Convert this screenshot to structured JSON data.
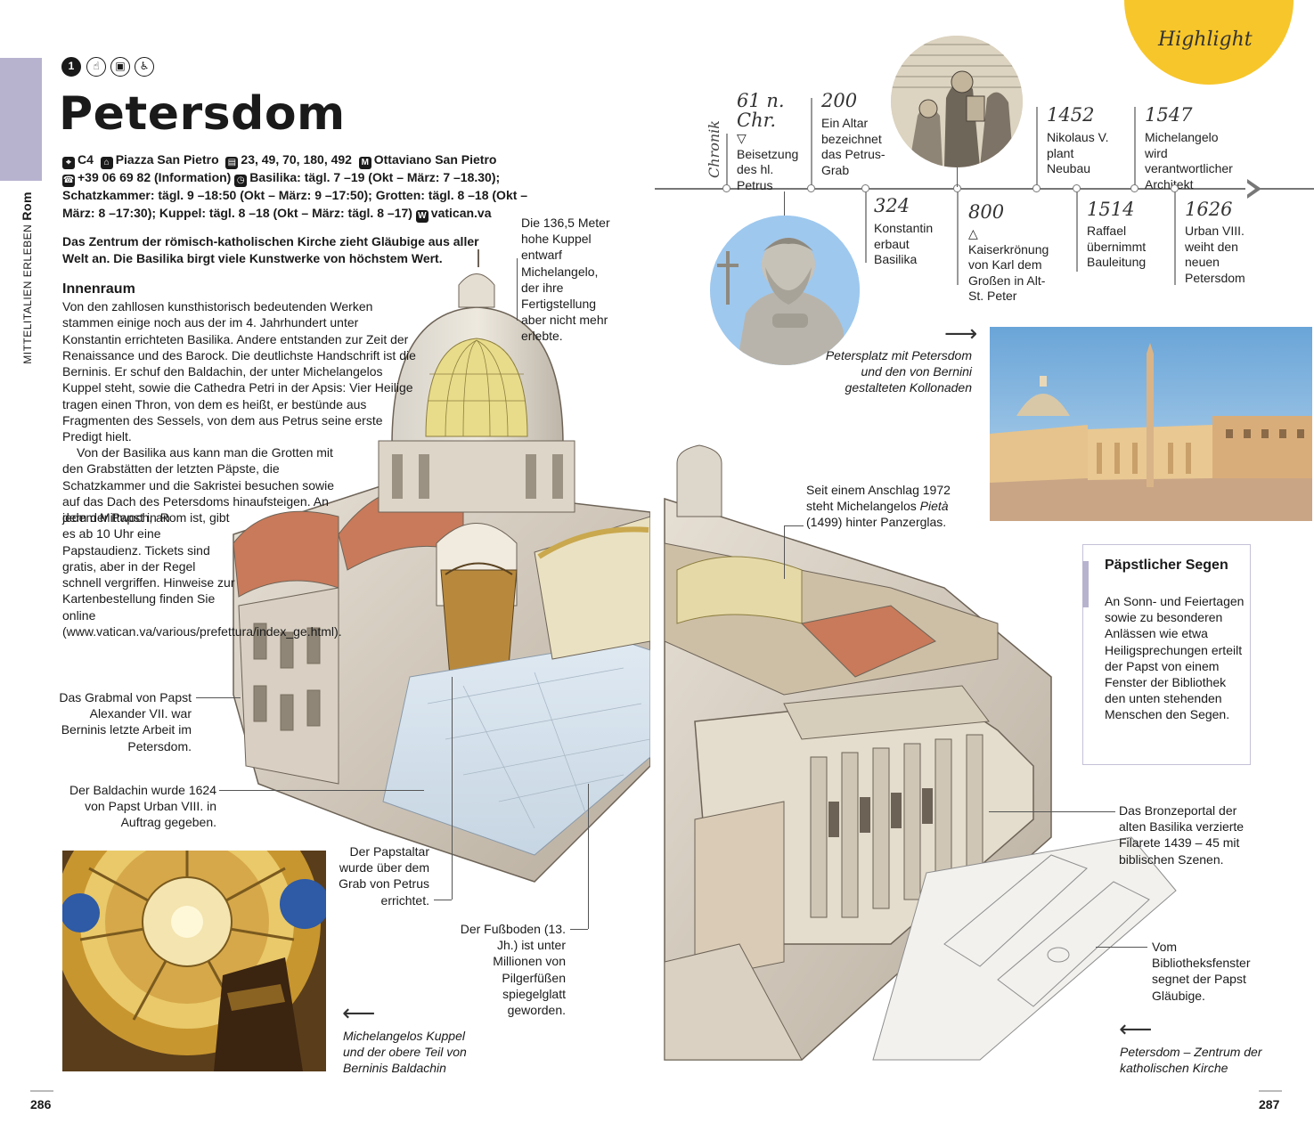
{
  "side": {
    "section": "Mittelitalien erleben",
    "city": "Rom"
  },
  "header": {
    "number": "1",
    "icons": [
      "hand-icon",
      "gift-icon",
      "bag-icon",
      "wheelchair-icon"
    ],
    "title": "Petersdom"
  },
  "info": {
    "grid": "C4",
    "address": "Piazza San Pietro",
    "bus": "23, 49, 70, 180, 492",
    "metro": "Ottaviano San Pietro",
    "phone": "+39 06 69 82 (Information)",
    "hours_line1": "Basilika: tägl. 7 –19 (Okt – März: 7 –18.30);",
    "hours_line2": "Schatzkammer: tägl. 9 –18:50 (Okt – März: 9 –17:50); Grotten: tägl. 8 –18 (Okt –",
    "hours_line3": "März: 8 –17:30); Kuppel: tägl. 8 –18 (Okt – März: tägl. 8 –17)",
    "web": "vatican.va"
  },
  "lead": "Das Zentrum der römisch-katholischen Kirche zieht Gläubige aus aller Welt an. Die Basilika birgt viele Kunstwerke von höchstem Wert.",
  "innenraum": {
    "heading": "Innenraum",
    "p1": "Von den zahllosen kunsthistorisch bedeutenden Werken stammen einige noch aus der im 4. Jahrhundert unter Konstantin errichteten Basilika. Andere entstanden zur Zeit der Renaissance und des Barock. Die deutlichste Handschrift ist die Berninis. Er schuf den Baldachin, der unter Michelangelos Kuppel steht, sowie die Cathedra Petri in der Apsis: Vier Heilige tragen einen Thron, von dem es heißt, er bestünde aus Fragmenten des Sessels, von dem aus Petrus seine erste Predigt hielt.",
    "p2": "Von der Basilika aus kann man die Grotten mit den Grabstätten der letzten Päpste, die Schatzkammer und die Sakristei besuchen sowie auf das Dach des Petersdoms hinaufsteigen. An jedem Mittwoch, an",
    "p3": "dem der Papst in Rom ist, gibt es ab 10 Uhr eine Papstaudienz. Tickets sind gratis, aber in der Regel schnell vergriffen. Hinweise zur Kartenbestellung finden Sie online (www.vatican.va/various/prefettura/index_ge.html)."
  },
  "captions": {
    "kuppel": "Die 136,5 Meter hohe Kuppel entwarf Michelangelo, der ihre Fertigstellung aber nicht mehr erlebte.",
    "grabmal": "Das Grabmal von Papst Alexander VII. war Berninis letzte Arbeit im Petersdom.",
    "baldachin": "Der Baldachin wurde 1624 von Papst Urban VIII. in Auftrag gegeben.",
    "papstaltar": "Der Papstaltar wurde über dem Grab von Petrus errichtet.",
    "fussboden": "Der Fußboden (13. Jh.) ist unter Millionen von Pilgerfüßen spiegelglatt geworden.",
    "dome_photo": "Michelangelos Kuppel und der obere Teil von Berninis Baldachin",
    "pieta_pre": "Seit einem Anschlag 1972 steht Michelangelos ",
    "pieta_em": "Pietà",
    "pieta_post": " (1499) hinter Panzerglas.",
    "petersplatz": "Petersplatz mit Petersdom und den von Bernini gestalteten Kollonaden",
    "bronzeportal": "Das Bronzeportal der alten Basilika verzierte Filarete 1439 – 45 mit biblischen Szenen.",
    "bibliothek": "Vom Bibliotheksfenster segnet der Papst Gläubige.",
    "zentrum": "Petersdom – Zentrum der katholischen Kirche"
  },
  "highlight": "Highlight",
  "timeline": {
    "label": "Chronik",
    "events": [
      {
        "year": "61 n. Chr.",
        "text": "▽ Beisetzung des hl. Petrus"
      },
      {
        "year": "200",
        "text": "Ein Altar bezeichnet das Petrus-Grab"
      },
      {
        "year": "324",
        "text": "Konstantin erbaut Basilika"
      },
      {
        "year": "800",
        "text": "△ Kaiserkrönung von Karl dem Großen in Alt-St. Peter"
      },
      {
        "year": "1452",
        "text": "Nikolaus V. plant Neubau"
      },
      {
        "year": "1514",
        "text": "Raffael übernimmt Bauleitung"
      },
      {
        "year": "1547",
        "text": "Michelangelo wird verantwortlicher Architekt"
      },
      {
        "year": "1626",
        "text": "Urban VIII. weiht den neuen Petersdom"
      }
    ]
  },
  "sidebar": {
    "title": "Päpstlicher Segen",
    "text": "An Sonn- und Feiertagen sowie zu besonderen Anlässen wie etwa Heiligsprechungen erteilt der Papst von einem Fenster der Bibliothek den unten stehenden Menschen den Segen."
  },
  "pages": {
    "left": "286",
    "right": "287"
  },
  "colors": {
    "accent": "#b7b3cf",
    "highlight": "#f7c62a"
  }
}
